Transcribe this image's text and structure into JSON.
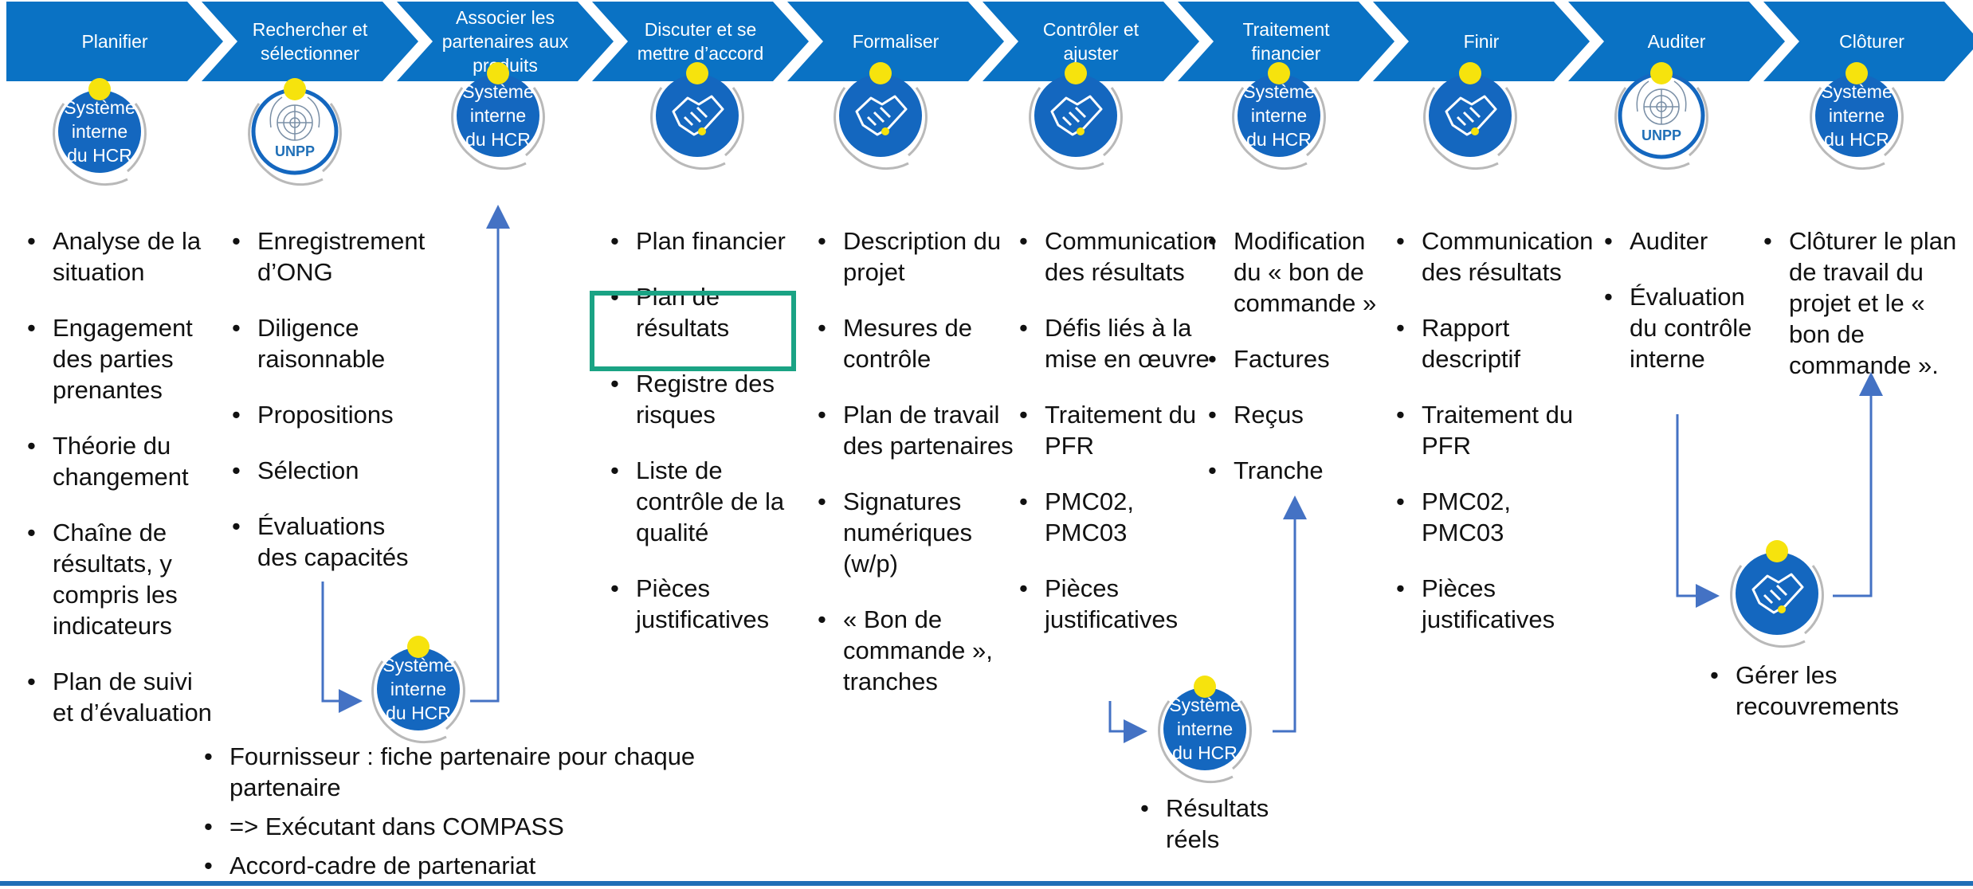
{
  "colors": {
    "chevron": "#0a72c4",
    "circle": "#1467bf",
    "ring": "#b9b9b9",
    "dot": "#f6e30d",
    "connector": "#4472c4",
    "highlight": "#1aa384"
  },
  "steps": [
    {
      "label": "Planifier"
    },
    {
      "label": "Rechercher et sélectionner"
    },
    {
      "label": "Associer les partenaires aux produits"
    },
    {
      "label": "Discuter et se mettre d’accord"
    },
    {
      "label": "Formaliser"
    },
    {
      "label": "Contrôler et ajuster"
    },
    {
      "label": "Traitement financier"
    },
    {
      "label": "Finir"
    },
    {
      "label": "Auditer"
    },
    {
      "label": "Clôturer"
    }
  ],
  "circles": [
    {
      "type": "text",
      "text": "Système interne du HCR"
    },
    {
      "type": "unpp",
      "text": "UNPP",
      "icon": "un-emblem-icon"
    },
    {
      "type": "text",
      "text": "Système interne du HCR"
    },
    {
      "type": "icon",
      "icon": "handshake-icon"
    },
    {
      "type": "icon",
      "icon": "handshake-icon"
    },
    {
      "type": "icon",
      "icon": "handshake-icon"
    },
    {
      "type": "text",
      "text": "Système interne du HCR"
    },
    {
      "type": "icon",
      "icon": "handshake-icon"
    },
    {
      "type": "unpp",
      "text": "UNPP",
      "icon": "un-emblem-icon"
    },
    {
      "type": "text",
      "text": "Système interne du HCR"
    }
  ],
  "extra_circles": [
    {
      "type": "text",
      "text": "Système interne du HCR"
    },
    {
      "type": "text",
      "text": "Système interne du HCR"
    },
    {
      "type": "icon",
      "icon": "handshake-icon"
    }
  ],
  "columns": [
    [
      "Analyse de la situation",
      "Engagement des parties prenantes",
      "Théorie du changement",
      "Chaîne de résultats, y compris les indicateurs",
      "Plan de suivi et d’évaluation"
    ],
    [
      "Enregistrement d’ONG",
      "Diligence raisonnable",
      "Propositions",
      "Sélection",
      "Évaluations des capacités"
    ],
    [],
    [
      "Plan financier",
      "Plan de résultats",
      "Registre des risques",
      "Liste de contrôle de la qualité",
      "Pièces justificatives"
    ],
    [
      "Description du projet",
      "Mesures de contrôle",
      "Plan de travail des partenaires",
      "Signatures numériques (w/p)",
      "« Bon de commande », tranches"
    ],
    [
      "Communication des résultats",
      "Défis liés à la mise en œuvre",
      "Traitement du PFR",
      "PMC02, PMC03",
      "Pièces justificatives"
    ],
    [
      "Modification du « bon de commande »",
      "Factures",
      "Reçus",
      "Tranche"
    ],
    [
      "Communication des résultats",
      "Rapport descriptif",
      "Traitement du PFR",
      "PMC02, PMC03",
      "Pièces justificatives"
    ],
    [
      "Auditer",
      "Évaluation du contrôle interne"
    ],
    [
      "Clôturer le plan de travail du projet et le « bon de commande »."
    ]
  ],
  "bottom_notes": [
    "Fournisseur : fiche partenaire pour chaque partenaire",
    "=> Exécutant dans COMPASS",
    "Accord-cadre de partenariat"
  ],
  "results_note": [
    "Résultats réels"
  ],
  "recovery_note": [
    "Gérer les recouvrements"
  ]
}
